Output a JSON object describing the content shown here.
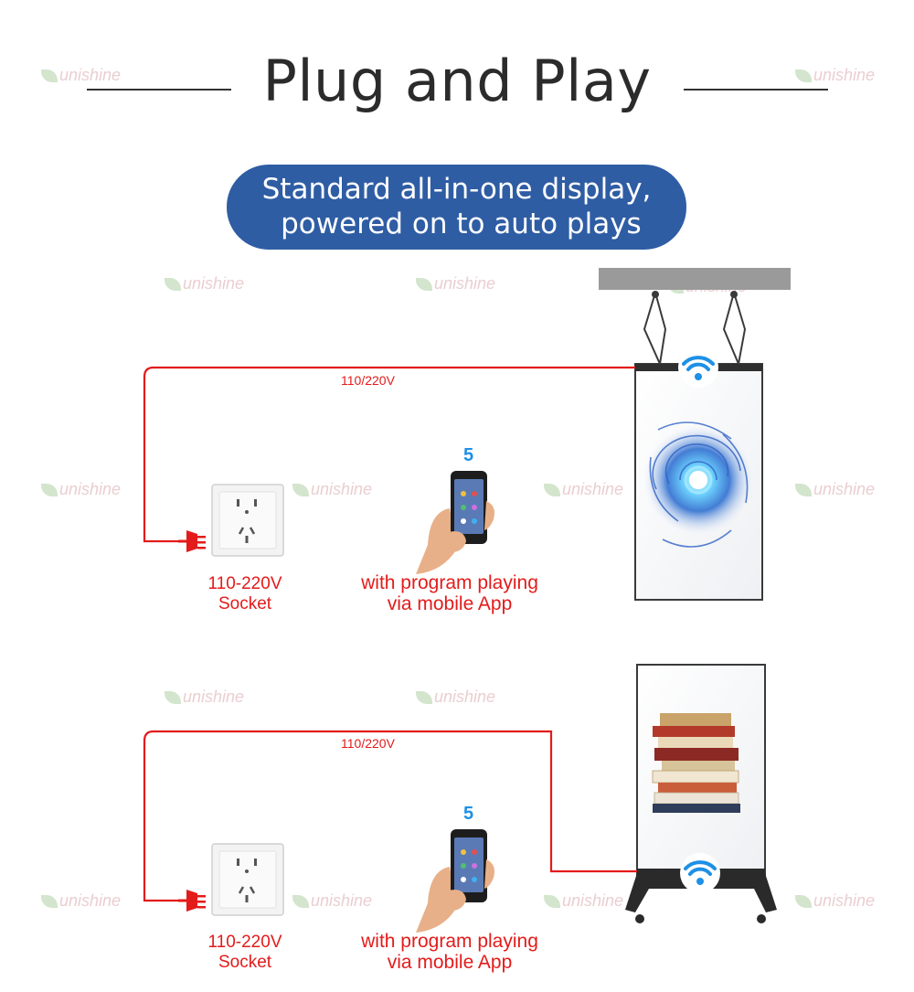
{
  "header": {
    "title": "Plug and Play"
  },
  "banner": {
    "line1": "Standard all-in-one display,",
    "line2": " powered on to auto plays"
  },
  "watermark": {
    "text": "unishine"
  },
  "panel_top": {
    "voltage_label": "110/220V",
    "socket_label_line1": "110-220V",
    "socket_label_line2": "Socket",
    "app_label_line1": "with program playing",
    "app_label_line2": "via mobile App",
    "phone_signal": "5"
  },
  "panel_bottom": {
    "voltage_label": "110/220V",
    "socket_label_line1": "110-220V",
    "socket_label_line2": "Socket",
    "app_label_line1": "with program playing",
    "app_label_line2": "via mobile App",
    "phone_signal": "5"
  },
  "colors": {
    "cable": "#e31b1b",
    "banner": "#2f5da4",
    "wifi": "#1e90e6",
    "frame": "#3a3a3a"
  },
  "icons": [
    "wifi-icon",
    "plug-icon",
    "socket-icon",
    "phone-icon",
    "swirl-graphic",
    "books-graphic"
  ]
}
